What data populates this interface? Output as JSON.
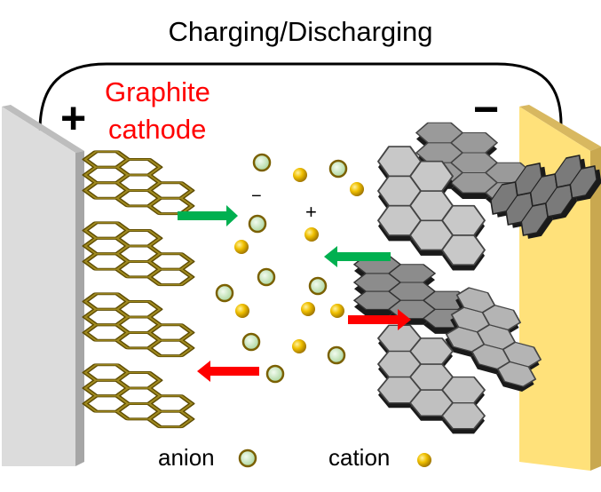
{
  "title": "Charging/Discharging",
  "positive_sign": "+",
  "negative_sign": "−",
  "cathode_label_line1": "Graphite",
  "cathode_label_line2": "cathode",
  "ion_minus": "−",
  "ion_plus": "+",
  "legend": {
    "anion": "anion",
    "cation": "cation"
  },
  "colors": {
    "cathode_label": "#ff0000",
    "anion": "#bfe3b4",
    "cation": "#e6b000",
    "green_arrow": "#00b050",
    "red_arrow": "#ff0000",
    "anode_collector": "#ffe17a",
    "cathode_collector": "#d9d9d9",
    "graphite": "#5c4a00"
  }
}
